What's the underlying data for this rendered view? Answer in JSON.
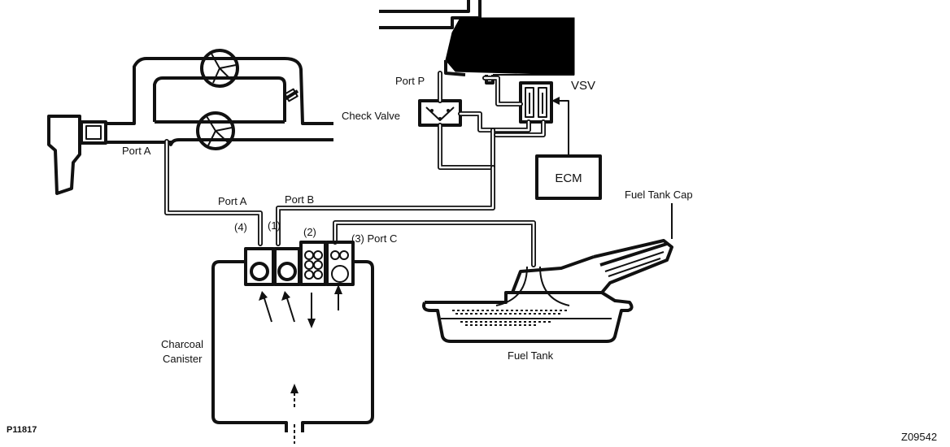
{
  "labels": {
    "port_p": "Port P",
    "check_valve": "Check Valve",
    "vsv": "VSV",
    "ecm": "ECM",
    "port_a_upper": "Port A",
    "port_a_lower": "Port A",
    "port_b": "Port B",
    "num_1": "(1)",
    "num_2": "(2)",
    "num_3_port_c": "(3) Port C",
    "num_4": "(4)",
    "fuel_tank_cap": "Fuel Tank Cap",
    "charcoal": "Charcoal",
    "canister": "Canister",
    "fuel_tank": "Fuel Tank",
    "code_left": "P11817",
    "code_right": "Z09542"
  }
}
